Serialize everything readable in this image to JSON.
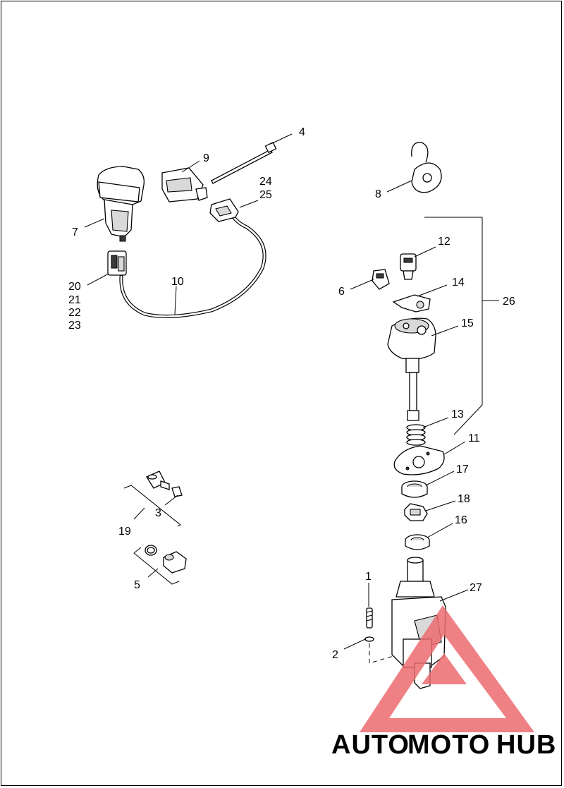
{
  "callouts": {
    "c1": "1",
    "c2": "2",
    "c3": "3",
    "c4": "4",
    "c5": "5",
    "c6": "6",
    "c7": "7",
    "c8": "8",
    "c9": "9",
    "c10": "10",
    "c11": "11",
    "c12": "12",
    "c13": "13",
    "c14": "14",
    "c15": "15",
    "c16": "16",
    "c17": "17",
    "c18": "18",
    "c19": "19",
    "c20": "20",
    "c21": "21",
    "c22": "22",
    "c23": "23",
    "c24": "24",
    "c25": "25",
    "c26": "26",
    "c27": "27"
  },
  "watermark": {
    "part1": "AUTO",
    "part2": "MOTO",
    "part3": "HUB",
    "color_primary": "#f5c27a",
    "color_secondary": "#e8616b",
    "color_tertiary": "#8a8a8a"
  }
}
